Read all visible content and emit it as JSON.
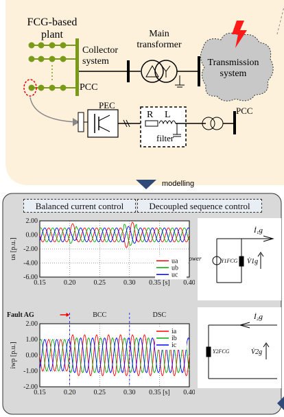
{
  "top_diagram": {
    "plant_label_line1": "FCG-based",
    "plant_label_line2": "plant",
    "collector_line1": "Collector",
    "collector_line2": "system",
    "transformer_line1": "Main",
    "transformer_line2": "transformer",
    "grid_line1": "Transmission",
    "grid_line2": "system",
    "pcc_label": "PCC",
    "pec_label": "PEC",
    "r_label": "R",
    "l_label": "L",
    "filter_label": "filter",
    "pcc2_label": "PCC"
  },
  "modelling_label": "modelling",
  "band": {
    "left": "Balanced current control",
    "right": "Decoupled sequence control"
  },
  "circuit_top": {
    "current_label": "İ₁g",
    "source_label": "İpower",
    "admittance_label": "Y1FCG",
    "voltage_label": "V̇1g"
  },
  "circuit_bottom": {
    "current_label": "İ₂g",
    "admittance_label": "Y2FCG",
    "voltage_label": "V̇2g"
  },
  "colors": {
    "top_bg": "#fdf1dc",
    "bottom_bg": "#d9d9d9",
    "plant_green": "#7a9a1a",
    "phase_a": "#ff0000",
    "phase_b": "#00aa00",
    "phase_c": "#0000ff",
    "arrow": "#2f4a78"
  },
  "chart_data": [
    {
      "type": "line",
      "ylabel": "us [p.u.]",
      "xlabel": "",
      "ylim": [
        -6.0,
        2.0
      ],
      "xlim": [
        0.15,
        0.4
      ],
      "yticks": [
        "2.00",
        "0.00",
        "-2.00",
        "-4.00",
        "-6.00"
      ],
      "ytick_values": [
        2,
        0,
        -2,
        -4,
        -6
      ],
      "xticks": [
        "0.15",
        "0.20",
        "0.25",
        "0.30",
        "0.35 [s]",
        "0.40"
      ],
      "xtick_values": [
        0.15,
        0.2,
        0.25,
        0.3,
        0.35,
        0.4
      ],
      "series": [
        {
          "name": "ua",
          "color": "#ff0000",
          "amplitude": 1.0,
          "phase": 0
        },
        {
          "name": "ub",
          "color": "#00aa00",
          "amplitude": 1.0,
          "phase": -2.094
        },
        {
          "name": "uc",
          "color": "#0000ff",
          "amplitude": 1.0,
          "phase": 2.094
        }
      ],
      "disturbances": [
        0.2,
        0.3
      ]
    },
    {
      "type": "line",
      "ylabel": "iwp [p.u.]",
      "xlabel": "",
      "ylim": [
        -2.0,
        2.0
      ],
      "xlim": [
        0.15,
        0.4
      ],
      "yticks": [
        "2.00",
        "1.00",
        "0.00",
        "-1.00",
        "-2.00"
      ],
      "ytick_values": [
        2,
        1,
        0,
        -1,
        -2
      ],
      "xticks": [
        "0.15",
        "0.20",
        "0.25",
        "0.30",
        "0.35 [s]",
        "0.40"
      ],
      "xtick_values": [
        0.15,
        0.2,
        0.25,
        0.3,
        0.35,
        0.4
      ],
      "series": [
        {
          "name": "ia",
          "color": "#ff0000",
          "amplitude": 1.0,
          "phase": 0
        },
        {
          "name": "ib",
          "color": "#00aa00",
          "amplitude": 1.0,
          "phase": -2.094
        },
        {
          "name": "ic",
          "color": "#0000ff",
          "amplitude": 1.0,
          "phase": 2.094
        }
      ],
      "annotations": {
        "fault": "Fault AG",
        "bcc": "BCC",
        "dsc": "DSC"
      },
      "markers": [
        0.2,
        0.3
      ]
    }
  ]
}
